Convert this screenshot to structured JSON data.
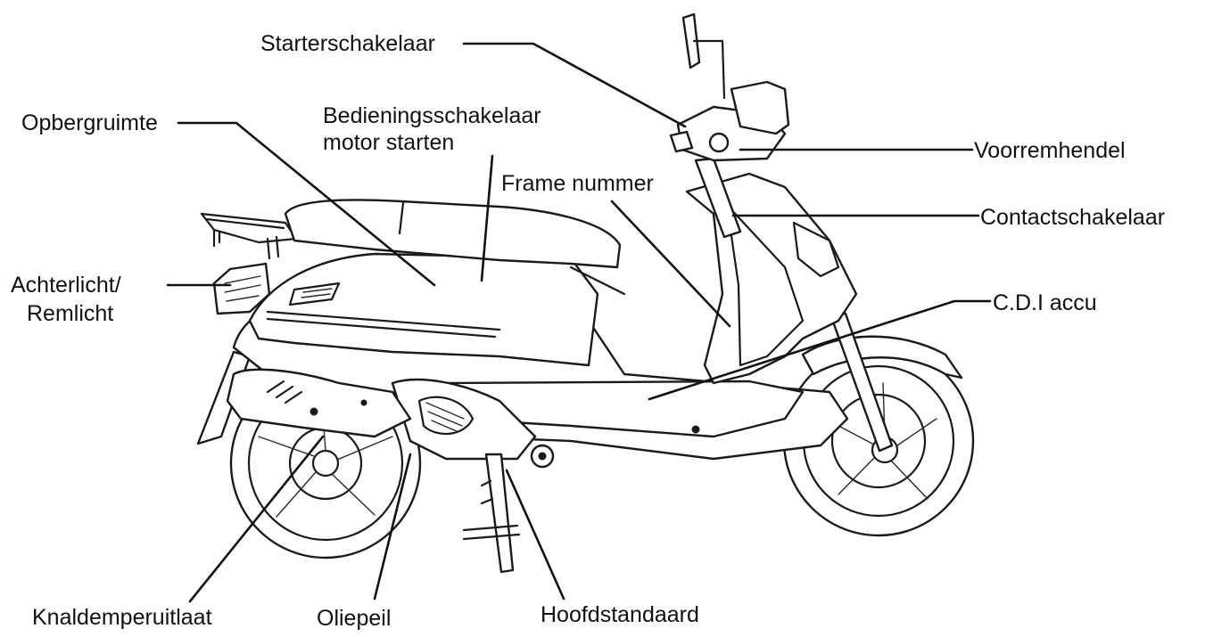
{
  "labels": {
    "starterschakelaar": "Starterschakelaar",
    "opbergruimte": "Opbergruimte",
    "bedieningsschakelaar_line1": "Bedieningsschakelaar",
    "bedieningsschakelaar_line2": "motor starten",
    "frame_nummer": "Frame nummer",
    "voorremhendel": "Voorremhendel",
    "contactschakelaar": "Contactschakelaar",
    "achterlicht_line1": "Achterlicht/",
    "achterlicht_line2": "Remlicht",
    "cdi_accu": "C.D.I accu",
    "knaldemperuitlaat": "Knaldemperuitlaat",
    "oliepeil": "Oliepeil",
    "hoofdstandaard": "Hoofdstandaard"
  }
}
